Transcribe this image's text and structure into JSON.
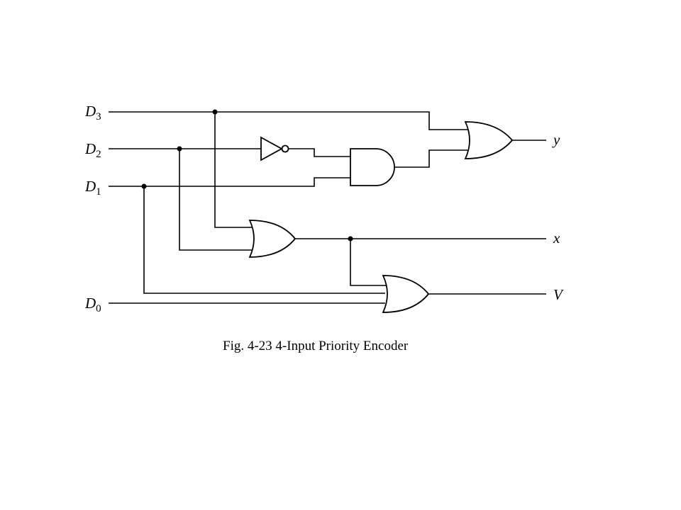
{
  "inputs": [
    {
      "letter": "D",
      "index": "3"
    },
    {
      "letter": "D",
      "index": "2"
    },
    {
      "letter": "D",
      "index": "1"
    },
    {
      "letter": "D",
      "index": "0"
    }
  ],
  "outputs": {
    "y": "y",
    "x": "x",
    "v": "V"
  },
  "caption": "Fig. 4-23  4-Input Priority Encoder"
}
